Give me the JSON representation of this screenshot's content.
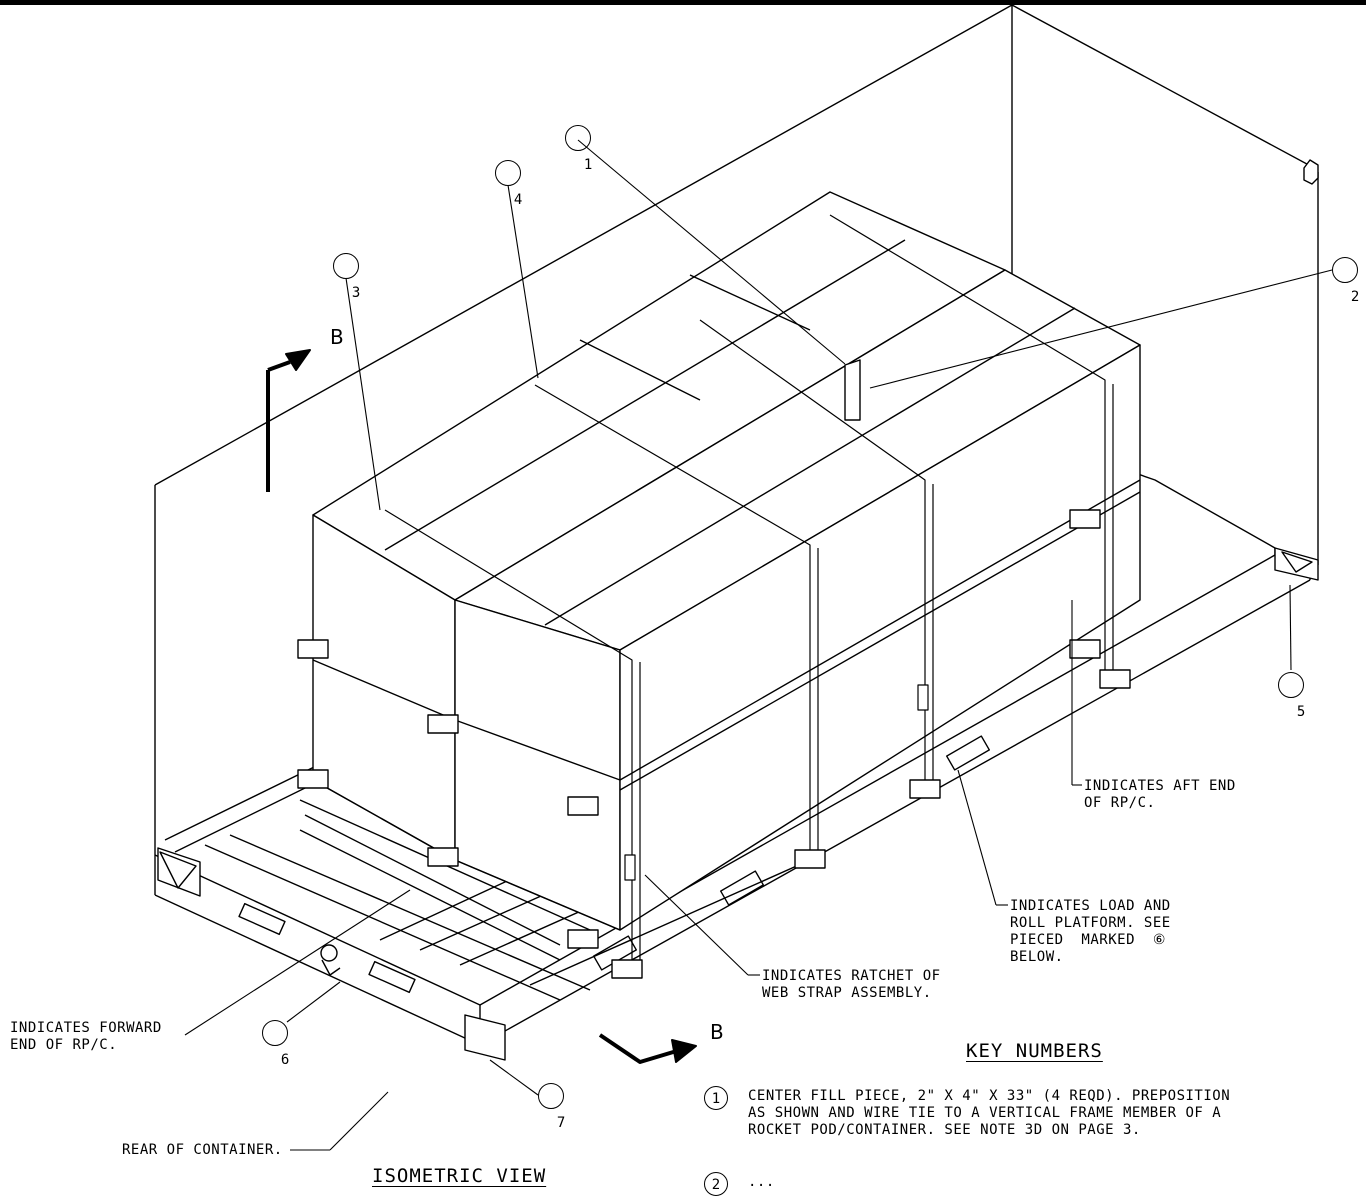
{
  "callouts": [
    "1",
    "2",
    "3",
    "4",
    "5",
    "6",
    "7"
  ],
  "section_label": "B",
  "annotations": {
    "aft_end": "INDICATES AFT END\nOF RP/C.",
    "load_roll": "INDICATES LOAD AND\nROLL PLATFORM. SEE\nPIECED  MARKED  ⑥\nBELOW.",
    "ratchet": "INDICATES RATCHET OF\nWEB STRAP ASSEMBLY.",
    "forward_end": "INDICATES FORWARD\nEND OF RP/C.",
    "rear": "REAR OF CONTAINER."
  },
  "view_title": "ISOMETRIC VIEW",
  "key_title": "KEY NUMBERS",
  "key_items": [
    {
      "num": "1",
      "text": "CENTER FILL PIECE, 2\" X 4\" X 33\" (4 REQD). PREPOSITION\nAS SHOWN AND WIRE TIE TO A VERTICAL FRAME MEMBER OF A\nROCKET POD/CONTAINER. SEE NOTE 3D ON PAGE 3."
    },
    {
      "num": "2",
      "text": "..."
    }
  ]
}
